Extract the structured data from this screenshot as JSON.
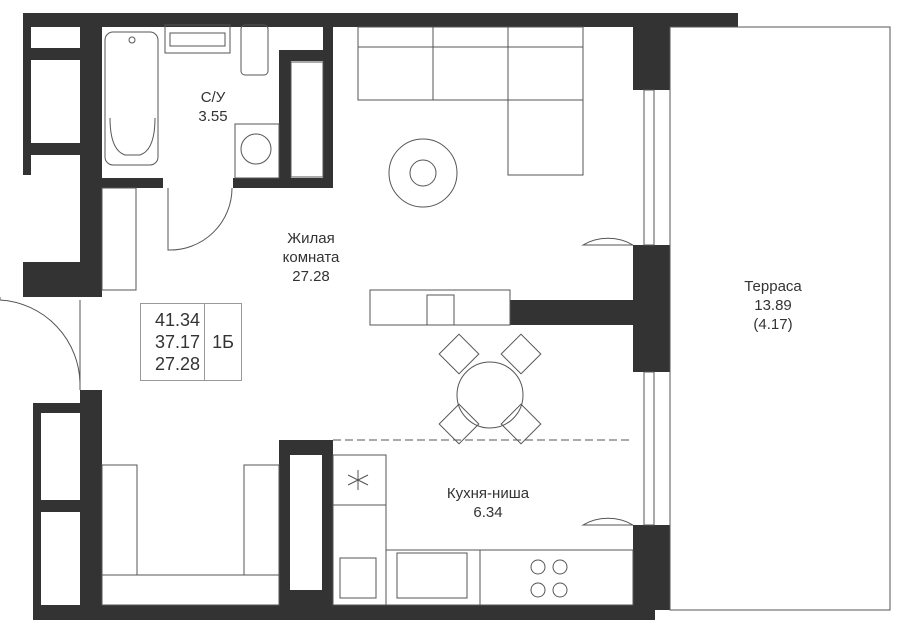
{
  "colors": {
    "wall": "#333333",
    "line": "#555555",
    "background": "#ffffff"
  },
  "rooms": {
    "bathroom": {
      "name": "С/У",
      "area": "3.55"
    },
    "living": {
      "name_line1": "Жилая",
      "name_line2": "комната",
      "area": "27.28"
    },
    "kitchen": {
      "name": "Кухня-ниша",
      "area": "6.34"
    },
    "terrace": {
      "name": "Терраса",
      "area": "13.89",
      "reduced_area": "(4.17)"
    }
  },
  "summary": {
    "total_area": "41.34",
    "living_total": "37.17",
    "living_area": "27.28",
    "type": "1Б"
  }
}
